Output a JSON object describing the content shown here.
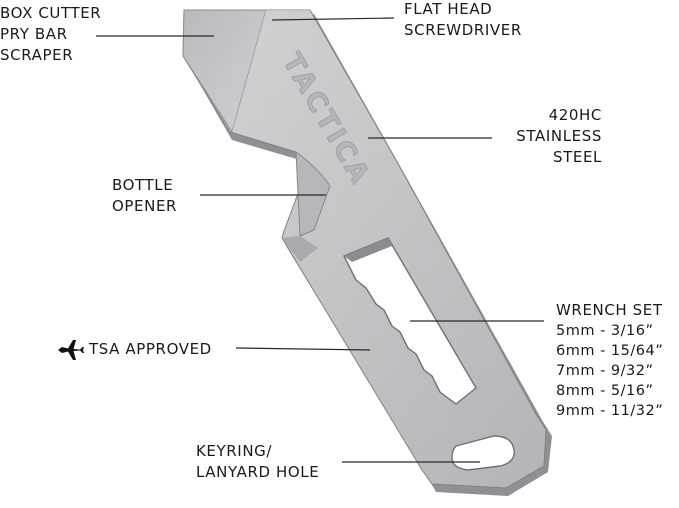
{
  "product": {
    "brand_engraving": "TACTICA"
  },
  "callouts": {
    "box_cutter": [
      "BOX CUTTER",
      "PRY BAR",
      "SCRAPER"
    ],
    "flat_head": [
      "FLAT HEAD",
      "SCREWDRIVER"
    ],
    "steel": [
      "420HC",
      "STAINLESS",
      "STEEL"
    ],
    "bottle_opener": [
      "BOTTLE",
      "OPENER"
    ],
    "wrench_set": {
      "title": "WRENCH SET",
      "sizes": [
        "5mm - 3/16”",
        "6mm - 15/64”",
        "7mm - 9/32”",
        "8mm - 5/16”",
        "9mm - 11/32”"
      ]
    },
    "tsa": "TSA APPROVED",
    "keyring": [
      "KEYRING/",
      "LANYARD HOLE"
    ]
  },
  "icons": {
    "tsa_icon": "airplane-icon"
  },
  "colors": {
    "text": "#1a1a1a",
    "leader_line": "#2a2a2a",
    "metal_face": "#c4c5c7",
    "metal_edge": "#8e9094",
    "background": "#ffffff"
  }
}
